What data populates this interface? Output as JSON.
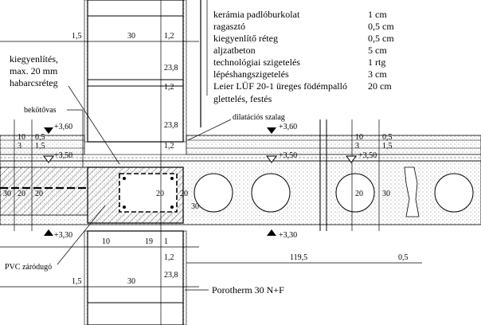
{
  "layers": [
    {
      "name": "kerámia padlóburkolat",
      "thickness": "1 cm"
    },
    {
      "name": "ragasztó",
      "thickness": "0,5 cm"
    },
    {
      "name": "kiegyenlítő réteg",
      "thickness": "0,5 cm"
    },
    {
      "name": "aljzatbeton",
      "thickness": "5 cm"
    },
    {
      "name": "technológiai szigetelés",
      "thickness": "1 rtg"
    },
    {
      "name": "lépéshangszigetelés",
      "thickness": "3 cm"
    },
    {
      "name": "Leier LÜF 20-1 üreges födémpalló",
      "thickness": "20 cm"
    },
    {
      "name": "glettelés, festés",
      "thickness": ""
    }
  ],
  "callouts": {
    "leveling_line1": "kiegyenlítés,",
    "leveling_line2": "max. 20 mm",
    "leveling_line3": "habarcsréteg",
    "bond_beam": "bekötővas",
    "dilatation": "dilatációs szalag",
    "pvc": "PVC záródugó",
    "wall": "Porotherm 30 N+F"
  },
  "levels": {
    "top_left": "+3,60",
    "top_mid": "+3,60",
    "floor_left": "+3,50",
    "floor_mid": "+3,50",
    "floor_right": "+3,50",
    "bottom_left": "+3,30",
    "bottom_mid": "+3,30"
  },
  "dims": {
    "top_15": "1,5",
    "top_30": "30",
    "top_12": "1,2",
    "wall_238_upper": "23,8",
    "wall_12_mid": "1,2",
    "wall_238_mid": "23,8",
    "wall_12_low": "1,2",
    "left_10": "10",
    "left_3": "3",
    "left_05": "0,5",
    "left_15": "1,5",
    "left_30": "30",
    "left_20a": "20",
    "left_20b": "20",
    "beam_20": "20",
    "mid_20": "20",
    "mid_30": "30",
    "right_10": "10",
    "right_3": "3",
    "right_05": "0,5",
    "right_15": "1,5",
    "right_20": "20",
    "right_30": "30",
    "bot_10": "10",
    "bot_19": "19",
    "bot_1": "1",
    "bot_12": "1,2",
    "bot_238": "23,8",
    "bot_15": "1,5",
    "bot_30": "30",
    "span_1195": "119,5",
    "span_05": "0,5"
  }
}
